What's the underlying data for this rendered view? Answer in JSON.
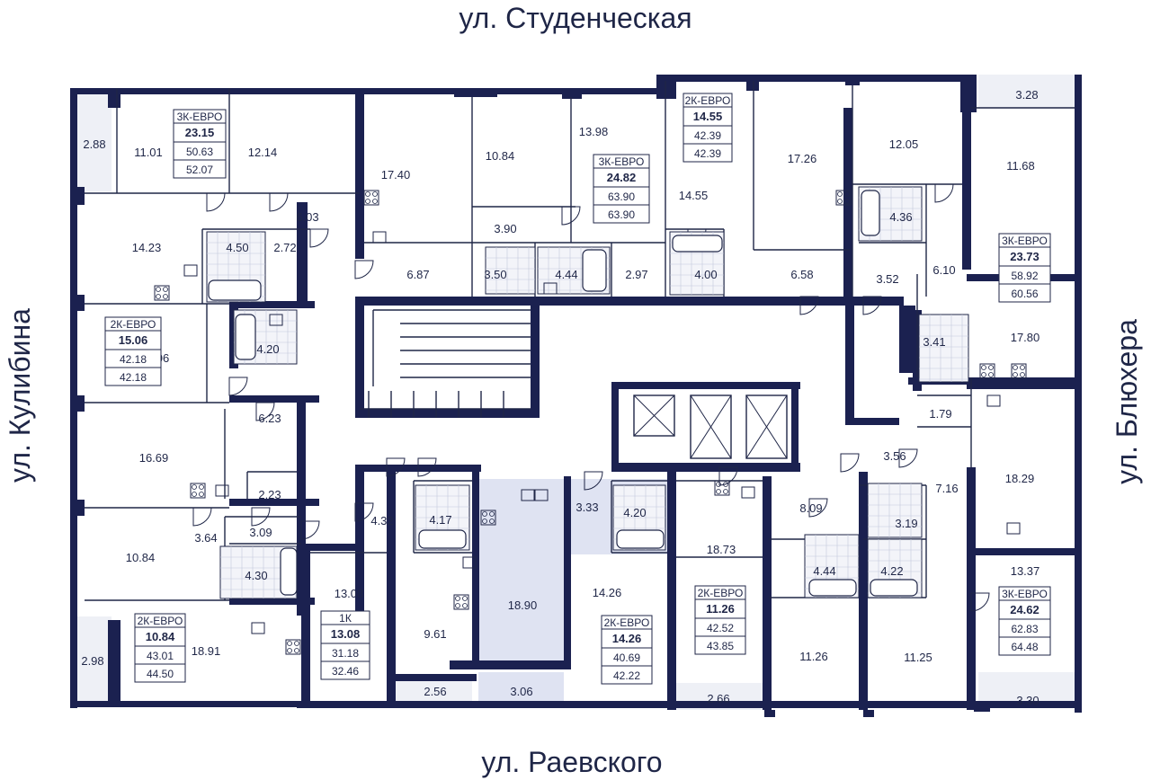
{
  "streets": {
    "top": "ул. Студенческая",
    "bottom": "ул. Раевского",
    "left": "ул. Кулибина",
    "right": "ул. Блюхера"
  },
  "colors": {
    "wall": "#1b2150",
    "line": "#1f2647",
    "highlight": "#dfe3f2",
    "balcony": "#eef0f6"
  },
  "rooms": [
    {
      "label": "2.88"
    },
    {
      "label": "11.01"
    },
    {
      "label": "12.14"
    },
    {
      "label": "17.40"
    },
    {
      "label": "10.84"
    },
    {
      "label": "13.98"
    },
    {
      "label": "14.55"
    },
    {
      "label": "17.26"
    },
    {
      "label": "12.05"
    },
    {
      "label": "11.68"
    },
    {
      "label": "3.28"
    },
    {
      "label": "6.03"
    },
    {
      "label": "14.23"
    },
    {
      "label": "4.50"
    },
    {
      "label": "2.72"
    },
    {
      "label": "6.87"
    },
    {
      "label": "3.90"
    },
    {
      "label": "3.50"
    },
    {
      "label": "4.44"
    },
    {
      "label": "2.97"
    },
    {
      "label": "4.00"
    },
    {
      "label": "6.58"
    },
    {
      "label": "3.52"
    },
    {
      "label": "6.10"
    },
    {
      "label": "4.36"
    },
    {
      "label": "15.06"
    },
    {
      "label": "4.20"
    },
    {
      "label": "3.41"
    },
    {
      "label": "17.80"
    },
    {
      "label": "6.23"
    },
    {
      "label": "16.69"
    },
    {
      "label": "1.79"
    },
    {
      "label": "3.56"
    },
    {
      "label": "7.16"
    },
    {
      "label": "18.29"
    },
    {
      "label": "2.23"
    },
    {
      "label": "4.32"
    },
    {
      "label": "4.17"
    },
    {
      "label": "3.33"
    },
    {
      "label": "4.20"
    },
    {
      "label": "8.09"
    },
    {
      "label": "3.19"
    },
    {
      "label": "10.84"
    },
    {
      "label": "3.64"
    },
    {
      "label": "3.09"
    },
    {
      "label": "4.30"
    },
    {
      "label": "13.08"
    },
    {
      "label": "18.90"
    },
    {
      "label": "14.26"
    },
    {
      "label": "18.73"
    },
    {
      "label": "4.44"
    },
    {
      "label": "4.22"
    },
    {
      "label": "13.37"
    },
    {
      "label": "9.61"
    },
    {
      "label": "18.91"
    },
    {
      "label": "2.98"
    },
    {
      "label": "11.26"
    },
    {
      "label": "11.25"
    },
    {
      "label": "2.56"
    },
    {
      "label": "3.06"
    },
    {
      "label": "2.66"
    },
    {
      "label": "3.30"
    }
  ],
  "tags": [
    {
      "type": "3К-ЕВРО",
      "main": "23.15",
      "a": "50.63",
      "b": "52.07"
    },
    {
      "type": "3К-ЕВРО",
      "main": "24.82",
      "a": "63.90",
      "b": "63.90"
    },
    {
      "type": "2К-ЕВРО",
      "main": "14.55",
      "a": "42.39",
      "b": "42.39"
    },
    {
      "type": "3К-ЕВРО",
      "main": "23.73",
      "a": "58.92",
      "b": "60.56"
    },
    {
      "type": "2К-ЕВРО",
      "main": "15.06",
      "a": "42.18",
      "b": "42.18"
    },
    {
      "type": "2К-ЕВРО",
      "main": "10.84",
      "a": "43.01",
      "b": "44.50"
    },
    {
      "type": "1К",
      "main": "13.08",
      "a": "31.18",
      "b": "32.46"
    },
    {
      "type": "2К-ЕВРО",
      "main": "14.26",
      "a": "40.69",
      "b": "42.22"
    },
    {
      "type": "2К-ЕВРО",
      "main": "11.26",
      "a": "42.52",
      "b": "43.85"
    },
    {
      "type": "3К-ЕВРО",
      "main": "24.62",
      "a": "62.83",
      "b": "64.48"
    }
  ]
}
